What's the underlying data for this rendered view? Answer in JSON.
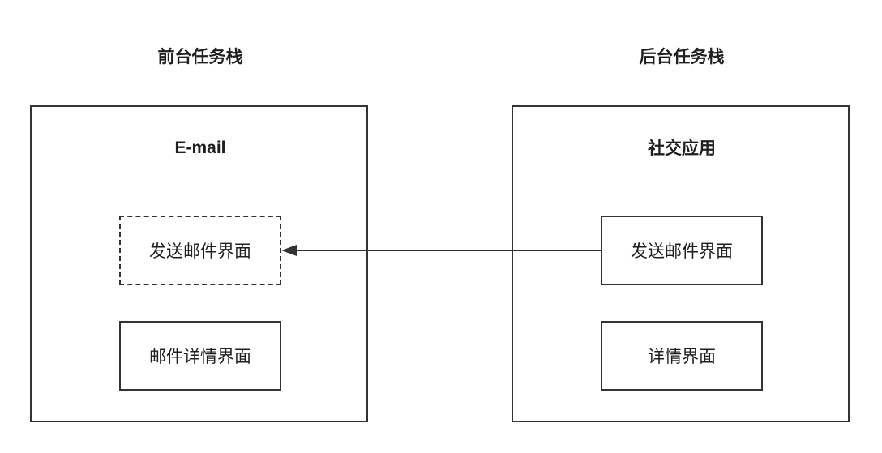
{
  "front_stack": {
    "title": "前台任务栈",
    "app_name": "E-mail",
    "screens": [
      {
        "label": "发送邮件界面",
        "style": "dashed"
      },
      {
        "label": "邮件详情界面",
        "style": "solid"
      }
    ]
  },
  "back_stack": {
    "title": "后台任务栈",
    "app_name": "社交应用",
    "screens": [
      {
        "label": "发送邮件界面",
        "style": "solid"
      },
      {
        "label": "详情界面",
        "style": "solid"
      }
    ]
  },
  "colors": {
    "line": "#333333",
    "background": "#ffffff"
  }
}
